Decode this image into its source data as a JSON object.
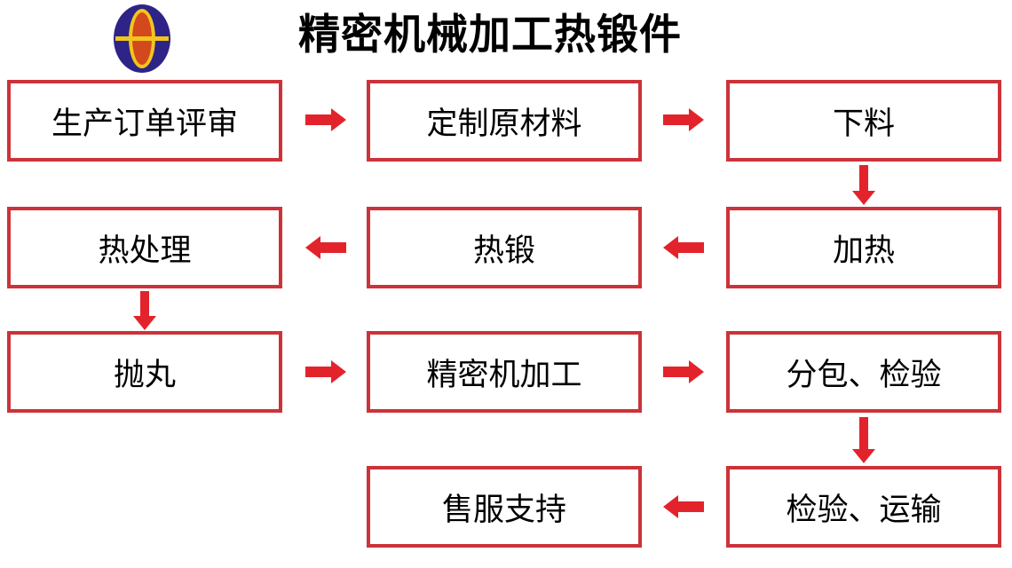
{
  "title": "精密机械加工热锻件",
  "colors": {
    "box_border": "#cb3339",
    "arrow": "#e3232b",
    "text": "#000000",
    "logo_outer_ellipse": "#2e2487",
    "logo_ring_and_bar": "#f2c51c",
    "logo_inner_ellipse": "#d2491d",
    "background": "#ffffff"
  },
  "logo": {
    "description": "theta-like-logo"
  },
  "flowchart": {
    "nodes": [
      {
        "id": "order-review",
        "label": "生产订单评审",
        "row": 1,
        "col": 1
      },
      {
        "id": "custom-raw-material",
        "label": "定制原材料",
        "row": 1,
        "col": 2
      },
      {
        "id": "blanking",
        "label": "下料",
        "row": 1,
        "col": 3
      },
      {
        "id": "heat-treatment",
        "label": "热处理",
        "row": 2,
        "col": 1
      },
      {
        "id": "hot-forging",
        "label": "热锻",
        "row": 2,
        "col": 2
      },
      {
        "id": "heating",
        "label": "加热",
        "row": 2,
        "col": 3
      },
      {
        "id": "shot-blasting",
        "label": "抛丸",
        "row": 3,
        "col": 1
      },
      {
        "id": "precision-machining",
        "label": "精密机加工",
        "row": 3,
        "col": 2
      },
      {
        "id": "subpack-inspection",
        "label": "分包、检验",
        "row": 3,
        "col": 3
      },
      {
        "id": "aftersales-support",
        "label": "售服支持",
        "row": 4,
        "col": 2
      },
      {
        "id": "inspection-shipping",
        "label": "检验、运输",
        "row": 4,
        "col": 3
      }
    ],
    "edges": [
      {
        "from": "order-review",
        "to": "custom-raw-material",
        "direction": "right"
      },
      {
        "from": "custom-raw-material",
        "to": "blanking",
        "direction": "right"
      },
      {
        "from": "blanking",
        "to": "heating",
        "direction": "down"
      },
      {
        "from": "heating",
        "to": "hot-forging",
        "direction": "left"
      },
      {
        "from": "hot-forging",
        "to": "heat-treatment",
        "direction": "left"
      },
      {
        "from": "heat-treatment",
        "to": "shot-blasting",
        "direction": "down"
      },
      {
        "from": "shot-blasting",
        "to": "precision-machining",
        "direction": "right"
      },
      {
        "from": "precision-machining",
        "to": "subpack-inspection",
        "direction": "right"
      },
      {
        "from": "subpack-inspection",
        "to": "inspection-shipping",
        "direction": "down"
      },
      {
        "from": "inspection-shipping",
        "to": "aftersales-support",
        "direction": "left"
      }
    ]
  }
}
